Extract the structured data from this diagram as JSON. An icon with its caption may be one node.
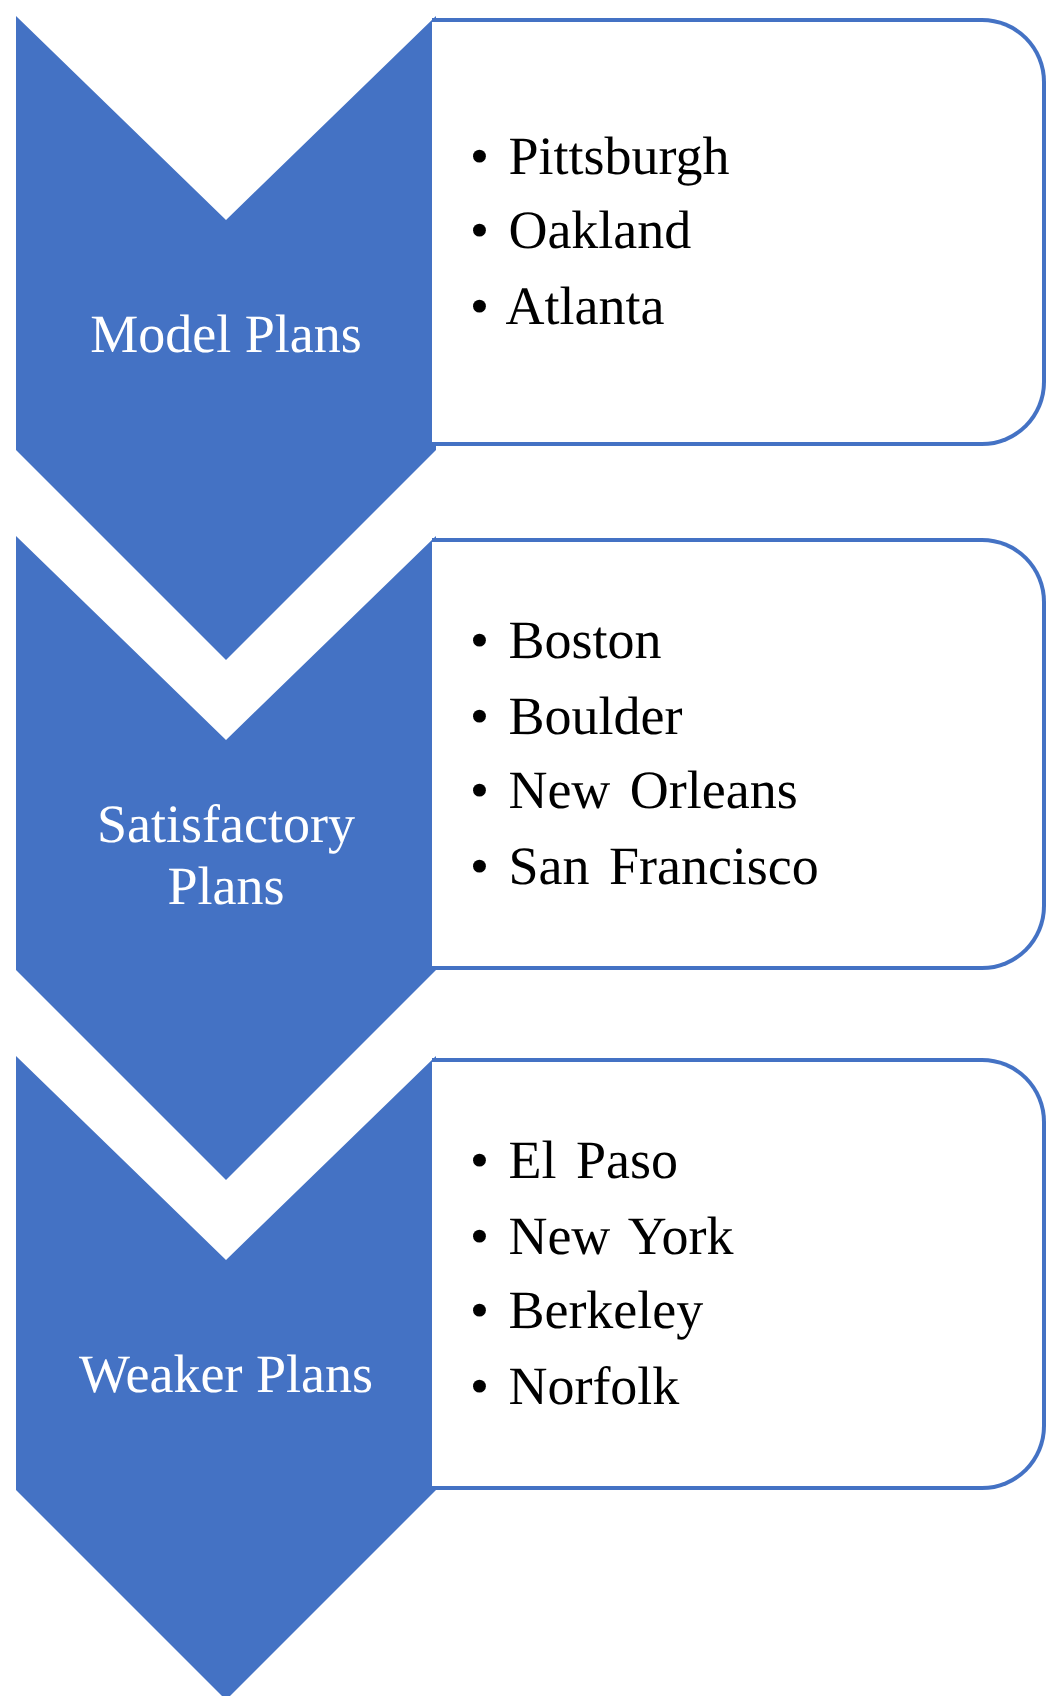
{
  "diagram": {
    "nodes": [
      {
        "text": [
          "Model Plans"
        ]
      },
      {
        "text": [
          "• Pittsburgh",
          "• Oakland",
          "• Atlanta"
        ]
      },
      {
        "text": [
          "Satisfactory Plans"
        ]
      },
      {
        "text": [
          "• Boston",
          "• Boulder",
          "• New Orleans",
          "• San Francisco"
        ]
      },
      {
        "text": [
          "Weaker Plans"
        ]
      },
      {
        "text": [
          "• El Paso",
          "• New York",
          "• Berkeley",
          "• Norfolk"
        ]
      }
    ]
  }
}
